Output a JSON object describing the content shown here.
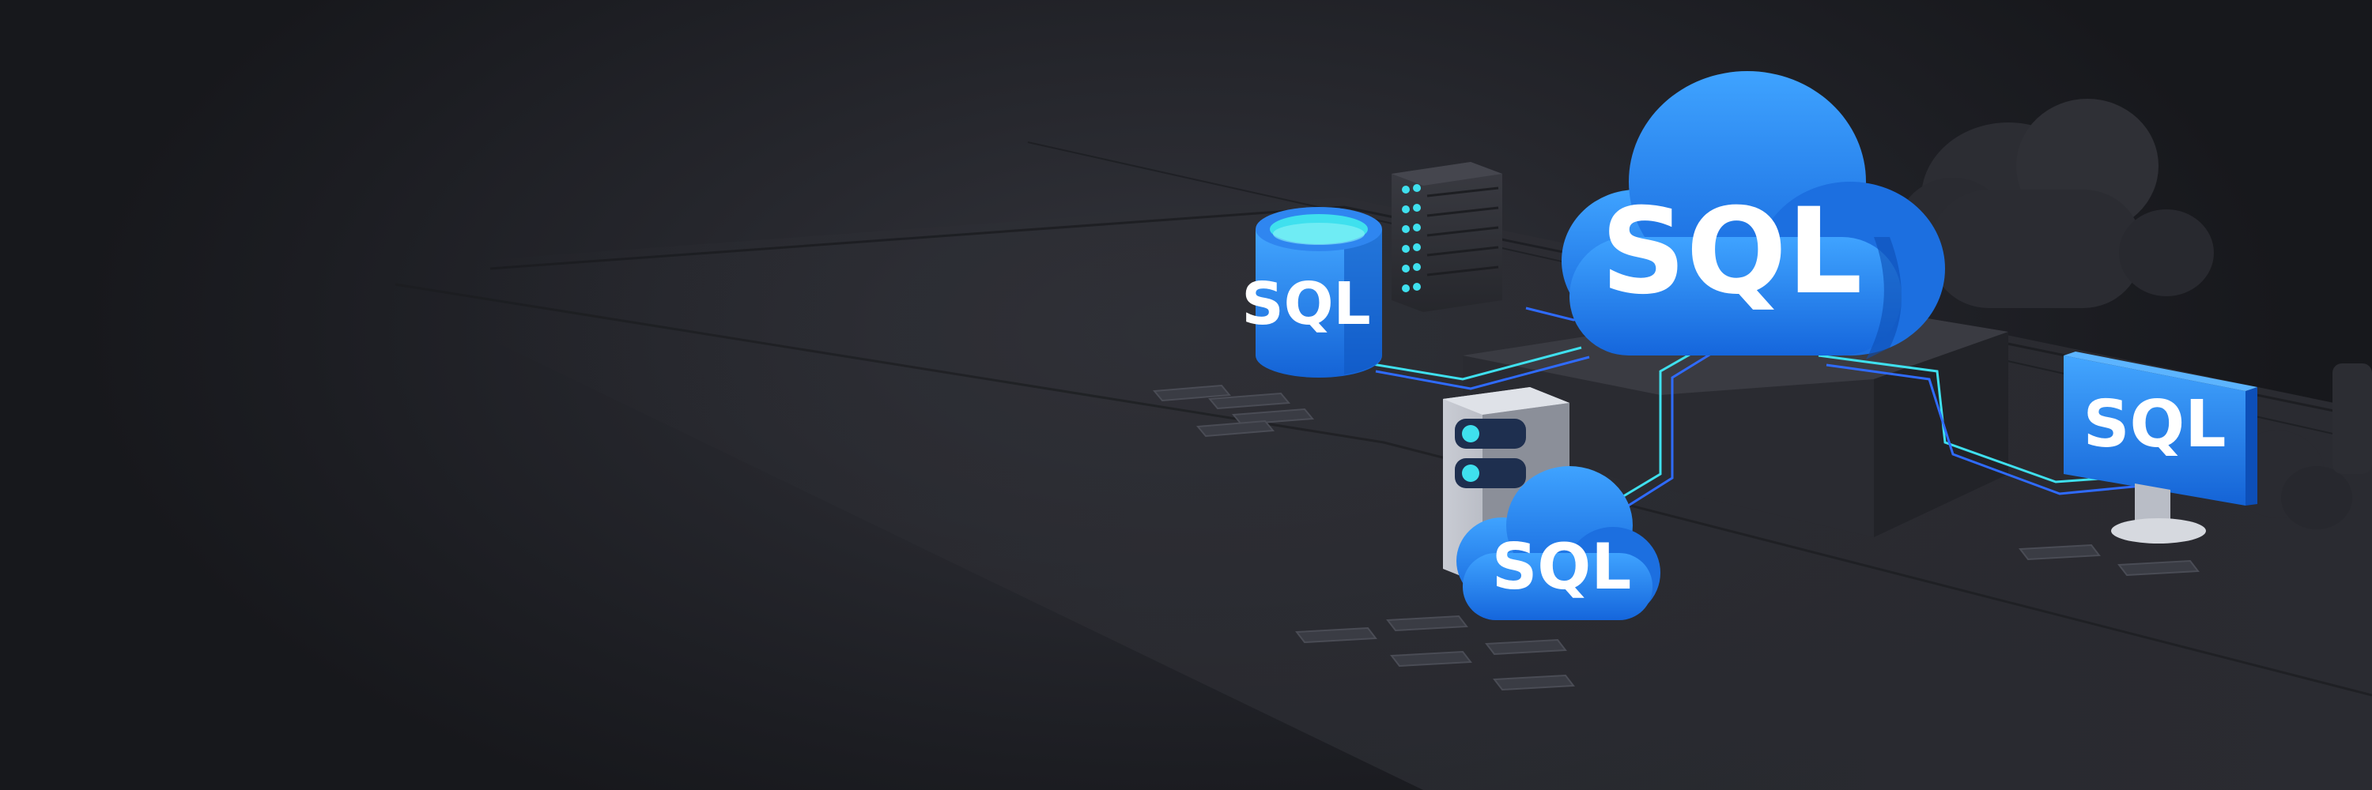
{
  "labels": {
    "database": "SQL",
    "main_cloud": "SQL",
    "small_cloud": "SQL",
    "monitor": "SQL"
  },
  "colors": {
    "background": "#1c1d22",
    "platform": "#2b2c32",
    "accent_blue": "#1f7fe6",
    "accent_cyan": "#3fe0ee",
    "line_blue": "#2f6bff"
  }
}
